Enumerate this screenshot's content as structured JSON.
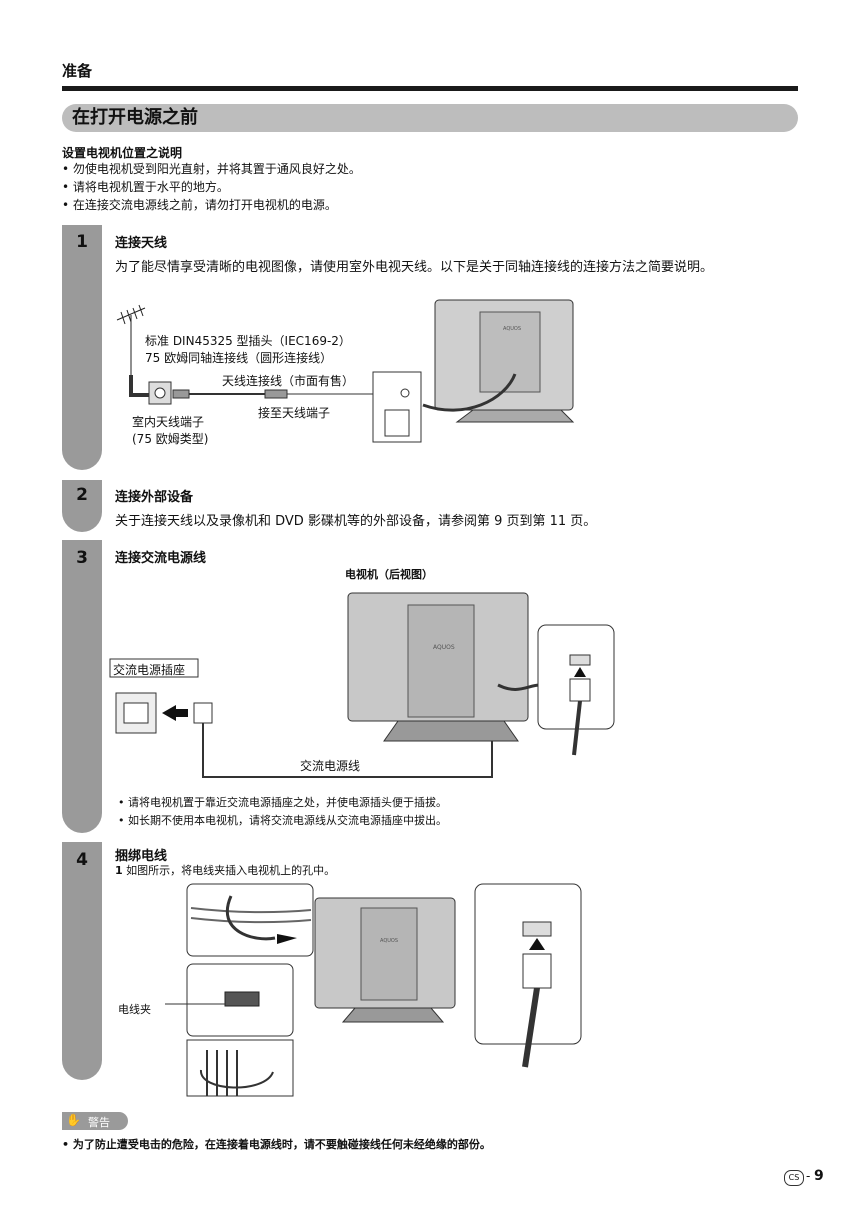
{
  "header": {
    "section_label": "准备",
    "title": "在打开电源之前"
  },
  "intro": {
    "subtitle": "设置电视机位置之说明",
    "bullets": [
      "勿使电视机受到阳光直射，并将其置于通风良好之处。",
      "请将电视机置于水平的地方。",
      "在连接交流电源线之前，请勿打开电视机的电源。"
    ]
  },
  "steps": [
    {
      "number": "1",
      "title": "连接天线",
      "text": "为了能尽情享受清晰的电视图像，请使用室外电视天线。以下是关于同轴连接线的连接方法之简要说明。",
      "labels": {
        "plug_std": "标准 DIN45325 型插头（IEC169-2）",
        "cable": "75 欧姆同轴连接线（圆形连接线）",
        "antenna_cable": "天线连接线（市面有售）",
        "to_terminal": "接至天线端子",
        "indoor_terminal": "室内天线端子",
        "type": "(75 欧姆类型)",
        "brand": "AQUOS"
      }
    },
    {
      "number": "2",
      "title": "连接外部设备",
      "text": "关于连接天线以及录像机和 DVD 影碟机等的外部设备，请参阅第 9 页到第 11 页。"
    },
    {
      "number": "3",
      "title": "连接交流电源线",
      "labels": {
        "tv_rear": "电视机（后视图）",
        "socket": "交流电源插座",
        "power_cord": "交流电源线",
        "brand": "AQUOS"
      },
      "notes": [
        "请将电视机置于靠近交流电源插座之处，并使电源插头便于插拔。",
        "如长期不使用本电视机，请将交流电源线从交流电源插座中拔出。"
      ]
    },
    {
      "number": "4",
      "title": "捆绑电线",
      "instruction_num": "1",
      "instruction": "如图所示，将电线夹插入电视机上的孔中。",
      "labels": {
        "clip": "电线夹",
        "brand": "AQUOS"
      }
    }
  ],
  "warning": {
    "label": "警告",
    "text": "为了防止遭受电击的危险，在连接着电源线时，请不要触碰接线任何未经绝缘的部份。"
  },
  "footer": {
    "lang_badge": "CS",
    "page_number": "9"
  }
}
